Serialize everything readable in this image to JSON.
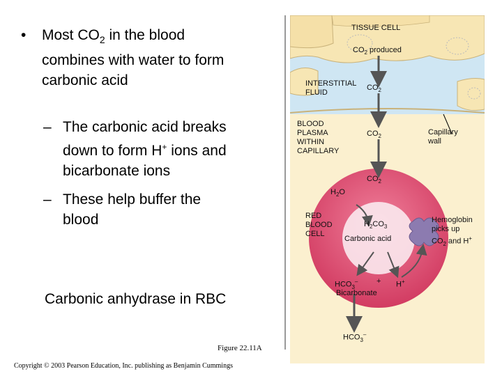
{
  "text": {
    "bullet1_a": "Most CO",
    "bullet1_sub": "2",
    "bullet1_b": " in the blood",
    "bullet1_line2": "combines with water to form",
    "bullet1_line3": "carbonic acid",
    "sub1_line1": "The carbonic acid breaks",
    "sub1_line2a": "down to form H",
    "sub1_sup": "+",
    "sub1_line2b": " ions and",
    "sub1_line3": "bicarbonate ions",
    "sub2_line1": "These help buffer the",
    "sub2_line2": "blood",
    "carbonic_anhydrase": "Carbonic anhydrase in RBC",
    "figure_label": "Figure 22.11A",
    "copyright": "Copyright © 2003 Pearson Education, Inc. publishing as Benjamin Cummings",
    "bullet_char": "•",
    "dash_char": "–"
  },
  "diagram": {
    "tissue_cell": "TISSUE CELL",
    "co2_produced": "CO",
    "co2_produced_sub": "2",
    "co2_produced_tail": " produced",
    "interstitial_1": "INTERSTITIAL",
    "interstitial_2": "FLUID",
    "co2": "CO",
    "co2_sub": "2",
    "blood_1": "BLOOD",
    "blood_2": "PLASMA",
    "blood_3": "WITHIN",
    "blood_4": "CAPILLARY",
    "capillary_1": "Capillary",
    "capillary_2": "wall",
    "h2o_h": "H",
    "h2o_sub": "2",
    "h2o_o": "O",
    "rbc_1": "RED",
    "rbc_2": "BLOOD",
    "rbc_3": "CELL",
    "h2co3_h": "H",
    "h2co3_sub2": "2",
    "h2co3_c": "CO",
    "h2co3_sub3": "3",
    "carbonic_acid": "Carbonic acid",
    "hb_1": "Hemoglobin",
    "hb_2": "picks up",
    "hb_3a": "CO",
    "hb_3sub": "2",
    "hb_3b": " and H",
    "hb_3sup": "+",
    "hco3": "HCO",
    "hco3_sub": "3",
    "hco3_sup": "–",
    "plus": "+",
    "h_plus": "H",
    "h_plus_sup": "+",
    "bicarbonate": "Bicarbonate",
    "hco3_out": "HCO",
    "hco3_out_sub": "3",
    "hco3_out_sup": "–"
  },
  "colors": {
    "tissue_fill": "#f7e6b4",
    "interstitial_fill": "#cfe6f3",
    "plasma_fill": "#fbf0cf",
    "rbc_fill": "#e04a70",
    "hemoglobin_fill": "#8c7bb0",
    "arrow": "#555555"
  }
}
